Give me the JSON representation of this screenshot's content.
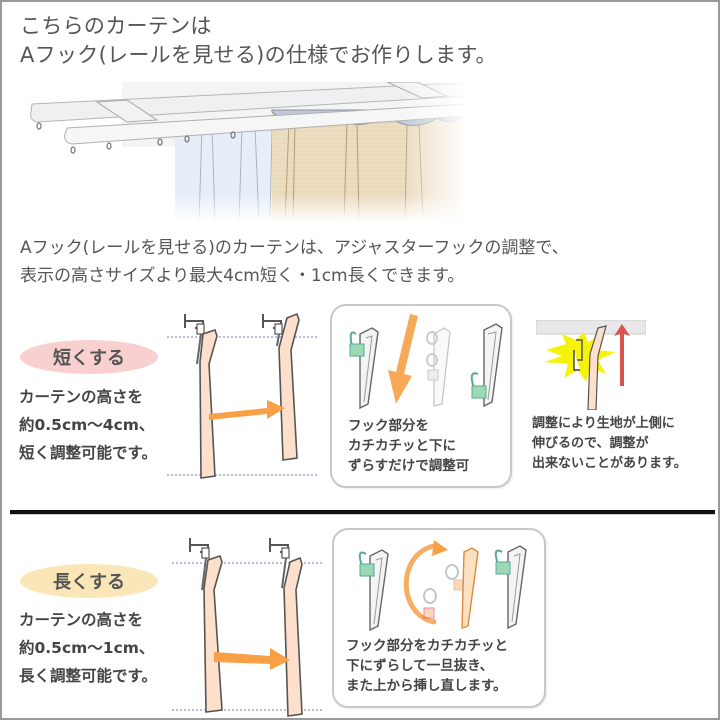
{
  "title": {
    "line1": "こちらのカーテンは",
    "line2": "Aフック(レールを見せる)の仕様でお作りします。"
  },
  "hero_illustration": {
    "description": "curtain-rail-with-a-hook-curtains"
  },
  "intro": {
    "line1": "Aフック(レールを見せる)のカーテンは、アジャスターフックの調整で、",
    "line2": "表示の高さサイズより最大4cm短く・1cm長くできます。"
  },
  "shorten": {
    "label": "短くする",
    "label_color": "#f9d0d0",
    "desc_line1": "カーテンの高さを",
    "desc_line2": "約0.5cm〜4cm、",
    "desc_line3": "短く調整可能です。",
    "card": {
      "line1": "フック部分を",
      "line2": "カチカチッと下に",
      "line3": "ずらすだけで調整可"
    },
    "warning": {
      "line1": "調整により生地が上側に",
      "line2": "伸びるので、調整が",
      "line3": "出来ないことがあります。"
    }
  },
  "lengthen": {
    "label": "長くする",
    "label_color": "#fbe6b8",
    "desc_line1": "カーテンの高さを",
    "desc_line2": "約0.5cm〜1cm、",
    "desc_line3": "長く調整可能です。",
    "card": {
      "line1": "フック部分をカチカチッと",
      "line2": "下にずらして一旦抜き、",
      "line3": "また上から挿し直します。"
    }
  },
  "colors": {
    "arrow_orange": "#f7a046",
    "fabric": "#fde0cc",
    "hook_green": "#9cd8b4",
    "warning_yellow": "#f6f20a",
    "up_arrow_red": "#d9534f",
    "guide_line": "#7777cc"
  }
}
